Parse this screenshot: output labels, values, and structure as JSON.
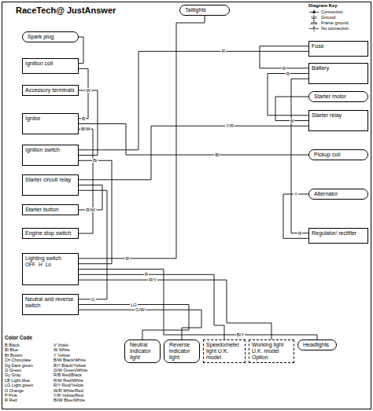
{
  "diagram": {
    "nodes": [
      {
        "text": [
          "Spark plug"
        ]
      },
      {
        "text": [
          "Ignition coil"
        ]
      },
      {
        "text": [
          "Accessory terminals"
        ]
      },
      {
        "text": [
          "Ignitor"
        ]
      },
      {
        "text": [
          "Ignition switch"
        ]
      },
      {
        "text": [
          "Starter circuit relay"
        ]
      },
      {
        "text": [
          "Starter button"
        ]
      },
      {
        "text": [
          "Engine stop switch"
        ]
      },
      {
        "text": [
          "Lighting switch",
          "OFF",
          "H",
          "Lo"
        ]
      },
      {
        "text": [
          "Neutral and reverse switch"
        ]
      },
      {
        "text": [
          "Taillights"
        ]
      },
      {
        "text": [
          "Fuse"
        ]
      },
      {
        "text": [
          "Battery"
        ]
      },
      {
        "text": [
          "Starter motor"
        ]
      },
      {
        "text": [
          "Starter relay"
        ]
      },
      {
        "text": [
          "Pickup coil"
        ]
      },
      {
        "text": [
          "Alternator"
        ]
      },
      {
        "text": [
          "Regulator/ rectifier"
        ]
      },
      {
        "text": [
          "Neutral indicator light"
        ]
      },
      {
        "text": [
          "Reverse indicator light"
        ]
      },
      {
        "text": [
          "Speedometer light U.K. model"
        ]
      },
      {
        "text": [
          "Working light U.K. model Option"
        ]
      },
      {
        "text": [
          "Headlights"
        ]
      }
    ],
    "edges": [
      {
        "from": 1,
        "to": 0,
        "arrow": "none"
      },
      {
        "from": 3,
        "to": 1,
        "label": "B",
        "arrow": "none"
      },
      {
        "from": 3,
        "to": 15,
        "label": "Bl",
        "arrow": "none"
      },
      {
        "from": 3,
        "to": 7,
        "label": "B/W",
        "arrow": "none"
      },
      {
        "from": 2,
        "to": 4,
        "label": "W",
        "arrow": "none"
      },
      {
        "from": 4,
        "to": 11,
        "label": "R",
        "arrow": "none"
      },
      {
        "from": 12,
        "to": 11,
        "label": "R",
        "arrow": "none"
      },
      {
        "from": 12,
        "to": 14,
        "label": "R",
        "arrow": "none"
      },
      {
        "from": 14,
        "to": 13,
        "label": "B",
        "arrow": "none"
      },
      {
        "from": 5,
        "to": 14,
        "label": "Y/R",
        "arrow": "none"
      },
      {
        "from": 6,
        "to": 5,
        "label": "R/W",
        "arrow": "none"
      },
      {
        "from": 9,
        "to": 5,
        "label": "G",
        "arrow": "none"
      },
      {
        "from": 16,
        "to": 17,
        "label": "Y",
        "arrow": "none"
      },
      {
        "from": 17,
        "to": 12,
        "label": "R",
        "arrow": "none"
      },
      {
        "from": 8,
        "to": 22,
        "label": "B/Y",
        "arrow": "none"
      },
      {
        "from": 8,
        "to": 10,
        "label": "R",
        "arrow": "none"
      },
      {
        "from": 9,
        "to": 18,
        "label": "LG",
        "arrow": "none"
      },
      {
        "from": 9,
        "to": 19,
        "label": "G/W",
        "arrow": "none"
      },
      {
        "from": 8,
        "to": 20,
        "label": "R",
        "arrow": "none"
      },
      {
        "from": 8,
        "to": 21,
        "label": "R/Y",
        "arrow": "none"
      },
      {
        "from": 4,
        "to": 8,
        "label": "Br",
        "arrow": "none"
      }
    ],
    "labels": [
      "RaceTech@ JustAnswer",
      "Diagram Key",
      "Color Code",
      "B Black",
      "Bl Blue",
      "Br Brown",
      "Ch Chocolate",
      "Dg Dark green",
      "G Green",
      "Gy Gray",
      "LB Light blue",
      "LG Light green",
      "O Orange",
      "P Pink",
      "R Red",
      "V Violet",
      "W White",
      "Y Yellow",
      "B/W Black/White",
      "B/Y Black/Yellow",
      "G/W Green/White",
      "R/B Red/Black",
      "R/W Red/White",
      "R/Y Red/Yellow",
      "W/R White/Red",
      "Y/R Yellow/Red",
      "Bl/W Blue/White"
    ],
    "legend": [
      {
        "text": "Connection"
      },
      {
        "text": "Ground"
      },
      {
        "text": "Frame ground"
      },
      {
        "text": "No connection"
      }
    ]
  }
}
